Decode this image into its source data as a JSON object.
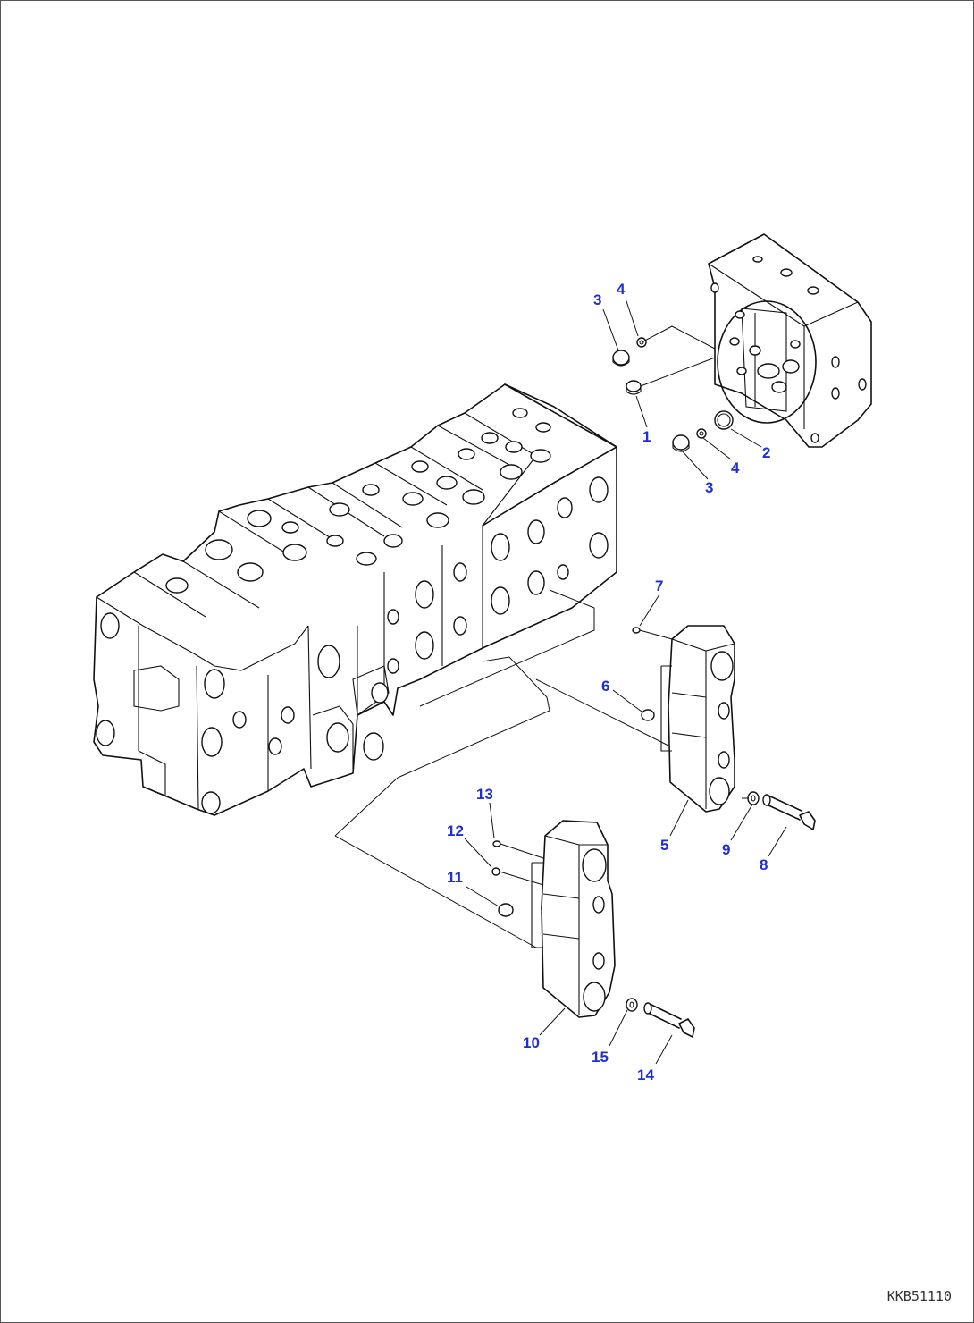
{
  "drawing": {
    "code": "KKB51110",
    "callouts": [
      {
        "id": "c1",
        "label": "1"
      },
      {
        "id": "c2",
        "label": "2"
      },
      {
        "id": "c3a",
        "label": "3"
      },
      {
        "id": "c3b",
        "label": "3"
      },
      {
        "id": "c4a",
        "label": "4"
      },
      {
        "id": "c4b",
        "label": "4"
      },
      {
        "id": "c5",
        "label": "5"
      },
      {
        "id": "c6",
        "label": "6"
      },
      {
        "id": "c7",
        "label": "7"
      },
      {
        "id": "c8",
        "label": "8"
      },
      {
        "id": "c9",
        "label": "9"
      },
      {
        "id": "c10",
        "label": "10"
      },
      {
        "id": "c11",
        "label": "11"
      },
      {
        "id": "c12",
        "label": "12"
      },
      {
        "id": "c13",
        "label": "13"
      },
      {
        "id": "c14",
        "label": "14"
      },
      {
        "id": "c15",
        "label": "15"
      }
    ],
    "colors": {
      "callout": "#1f2fd6",
      "line": "#111111"
    }
  }
}
